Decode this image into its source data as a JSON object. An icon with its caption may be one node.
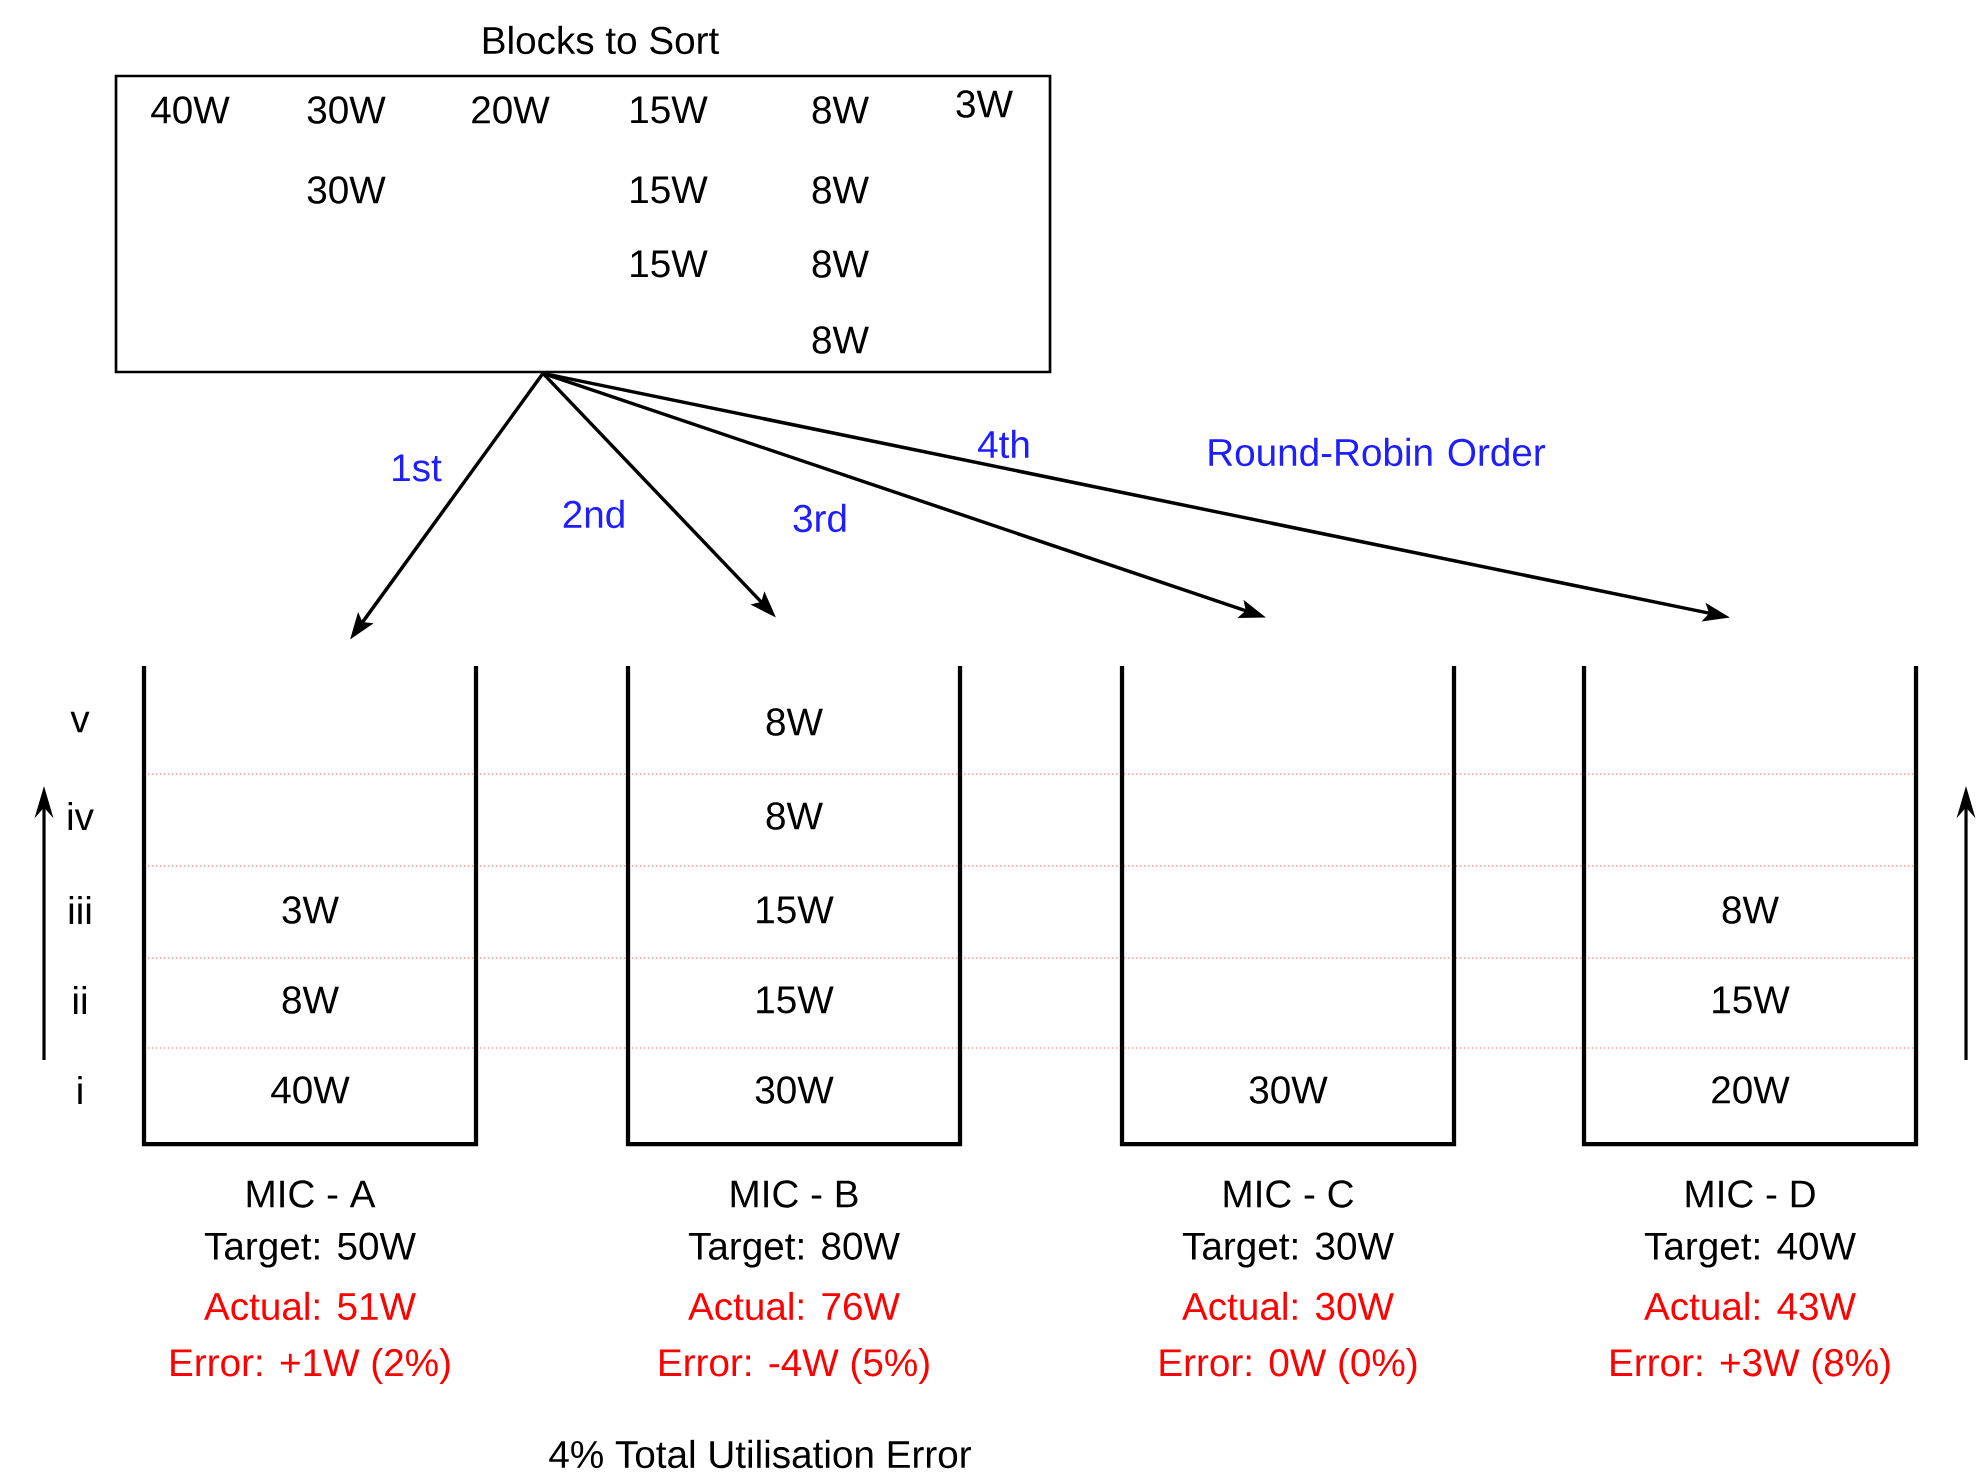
{
  "diagram": {
    "nodes": [
      {
        "text": [
          "Blocks to Sort",
          "40W",
          "30W",
          "20W",
          "15W",
          "8W",
          "3W",
          "30W",
          "15W",
          "8W",
          "15W",
          "8W",
          "8W"
        ]
      },
      {
        "text": [
          "3W",
          "8W",
          "40W",
          "MIC - A",
          "Target: 50W",
          "Actual: 51W",
          "Error: +1W (2%)"
        ]
      },
      {
        "text": [
          "8W",
          "8W",
          "15W",
          "15W",
          "30W",
          "MIC - B",
          "Target: 80W",
          "Actual: 76W",
          "Error: -4W (5%)"
        ]
      },
      {
        "text": [
          "30W",
          "MIC - C",
          "Target: 30W",
          "Actual: 30W",
          "Error: 0W (0%)"
        ]
      },
      {
        "text": [
          "8W",
          "15W",
          "20W",
          "MIC - D",
          "Target: 40W",
          "Actual: 43W",
          "Error: +3W (8%)"
        ]
      }
    ],
    "edges": [
      {
        "from": 0,
        "to": 1,
        "arrow": "to",
        "label": "1st"
      },
      {
        "from": 0,
        "to": 2,
        "arrow": "to",
        "label": "2nd"
      },
      {
        "from": 0,
        "to": 3,
        "arrow": "to",
        "label": "3rd"
      },
      {
        "from": 0,
        "to": 4,
        "arrow": "to",
        "label": "4th"
      }
    ],
    "labels": [
      "Round-Robin Order",
      "v",
      "iv",
      "iii",
      "ii",
      "i",
      "4% Total Utilisation Error"
    ]
  }
}
